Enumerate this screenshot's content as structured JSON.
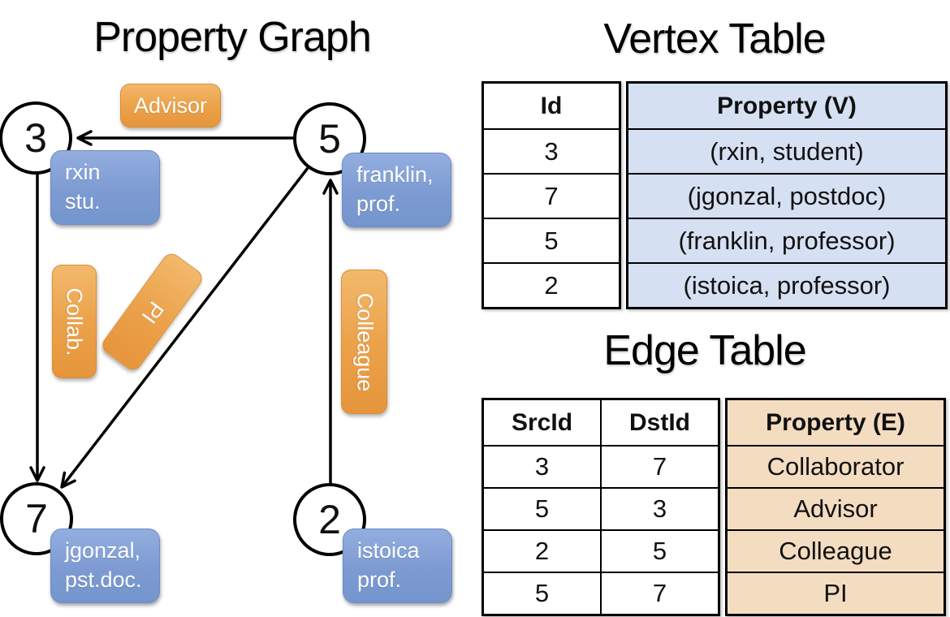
{
  "graph": {
    "title": "Property Graph",
    "nodes": [
      {
        "label": "3"
      },
      {
        "label": "5"
      },
      {
        "label": "7"
      },
      {
        "label": "2"
      }
    ],
    "vertex_boxes": [
      {
        "line1": "rxin",
        "line2": "stu."
      },
      {
        "line1": "franklin,",
        "line2": "prof."
      },
      {
        "line1": "jgonzal,",
        "line2": "pst.doc."
      },
      {
        "line1": "istoica",
        "line2": "prof."
      }
    ],
    "edge_labels": {
      "advisor": "Advisor",
      "collab": "Collab.",
      "pi": "PI",
      "colleague": "Colleague"
    }
  },
  "vertex_table": {
    "title": "Vertex Table",
    "columns": [
      "Id",
      "Property (V)"
    ],
    "rows": [
      [
        "3",
        "(rxin, student)"
      ],
      [
        "7",
        "(jgonzal, postdoc)"
      ],
      [
        "5",
        "(franklin, professor)"
      ],
      [
        "2",
        "(istoica, professor)"
      ]
    ]
  },
  "edge_table": {
    "title": "Edge Table",
    "columns": [
      "SrcId",
      "DstId",
      "Property (E)"
    ],
    "rows": [
      [
        "3",
        "7",
        "Collaborator"
      ],
      [
        "5",
        "3",
        "Advisor"
      ],
      [
        "2",
        "5",
        "Colleague"
      ],
      [
        "5",
        "7",
        "PI"
      ]
    ]
  },
  "colors": {
    "edge_label_orange": "#eca24b",
    "vertex_box_blue": "#7d9bd2",
    "vertex_property_bg": "#d5e0f2",
    "edge_property_bg": "#f4dcc1",
    "line_black": "#000000"
  }
}
